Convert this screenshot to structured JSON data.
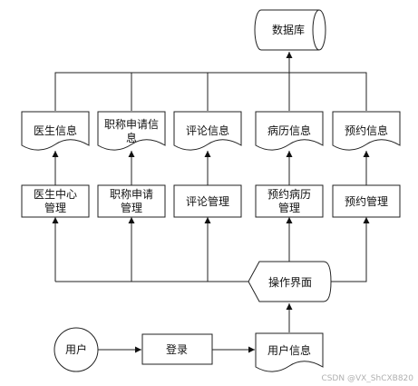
{
  "database": "数据库",
  "documents": [
    "医生信息",
    "职称申请信息",
    "评论信息",
    "病历信息",
    "预约信息"
  ],
  "modules": [
    [
      "医生中心",
      "管理"
    ],
    [
      "职称申请",
      "管理"
    ],
    [
      "评论管理"
    ],
    [
      "预约病历",
      "管理"
    ],
    [
      "预约管理"
    ]
  ],
  "interface": "操作界面",
  "user": "用户",
  "login": "登录",
  "user_info": "用户信息",
  "watermark": "CSDN @VX_ShCXB820"
}
